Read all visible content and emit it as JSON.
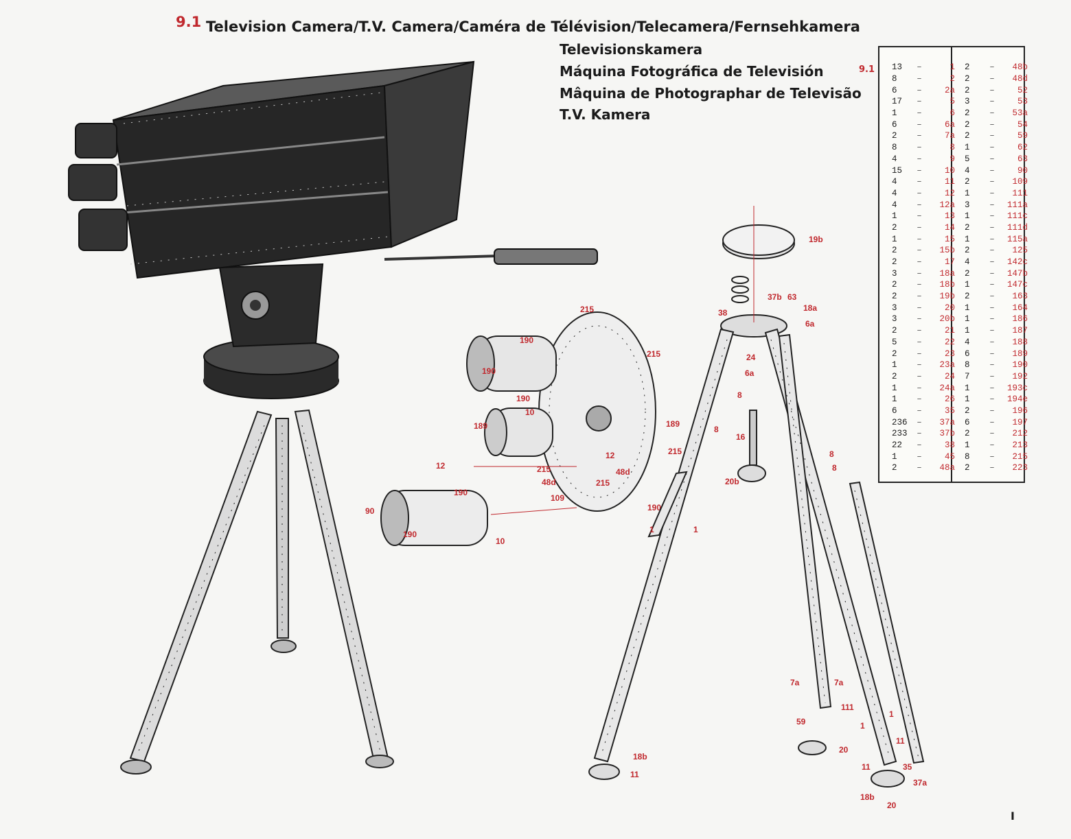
{
  "header": {
    "model_number": "9.1",
    "title_line": "Television Camera/T.V. Camera/Caméra de Télévision/Telecamera/Fernsehkamera",
    "alt_titles": [
      "Televisionskamera",
      "Máquina Fotográfica de Televisión",
      "Mâquina de Photographar de Televisão",
      "T.V. Kamera"
    ]
  },
  "parts_list": {
    "model_ref": "9.1",
    "left": [
      {
        "qty": "13",
        "part": "1"
      },
      {
        "qty": "8",
        "part": "2"
      },
      {
        "qty": "6",
        "part": "2a"
      },
      {
        "qty": "17",
        "part": "5"
      },
      {
        "qty": "1",
        "part": "6"
      },
      {
        "qty": "6",
        "part": "6a"
      },
      {
        "qty": "2",
        "part": "7a"
      },
      {
        "qty": "8",
        "part": "8"
      },
      {
        "qty": "4",
        "part": "9"
      },
      {
        "qty": "15",
        "part": "10"
      },
      {
        "qty": "4",
        "part": "11"
      },
      {
        "qty": "4",
        "part": "12"
      },
      {
        "qty": "4",
        "part": "12a"
      },
      {
        "qty": "1",
        "part": "13"
      },
      {
        "qty": "2",
        "part": "14"
      },
      {
        "qty": "1",
        "part": "15"
      },
      {
        "qty": "2",
        "part": "15b"
      },
      {
        "qty": "2",
        "part": "17"
      },
      {
        "qty": "3",
        "part": "18a"
      },
      {
        "qty": "2",
        "part": "18b"
      },
      {
        "qty": "2",
        "part": "19b"
      },
      {
        "qty": "3",
        "part": "20"
      },
      {
        "qty": "3",
        "part": "20b"
      },
      {
        "qty": "2",
        "part": "21"
      },
      {
        "qty": "5",
        "part": "22"
      },
      {
        "qty": "2",
        "part": "23"
      },
      {
        "qty": "1",
        "part": "23a"
      },
      {
        "qty": "2",
        "part": "24"
      },
      {
        "qty": "1",
        "part": "24a"
      },
      {
        "qty": "1",
        "part": "26"
      },
      {
        "qty": "6",
        "part": "35"
      },
      {
        "qty": "236",
        "part": "37a"
      },
      {
        "qty": "233",
        "part": "37b"
      },
      {
        "qty": "22",
        "part": "38"
      },
      {
        "qty": "1",
        "part": "45"
      },
      {
        "qty": "2",
        "part": "48a"
      }
    ],
    "right": [
      {
        "qty": "2",
        "part": "48b"
      },
      {
        "qty": "2",
        "part": "48d"
      },
      {
        "qty": "2",
        "part": "52"
      },
      {
        "qty": "3",
        "part": "53"
      },
      {
        "qty": "2",
        "part": "53a"
      },
      {
        "qty": "2",
        "part": "54"
      },
      {
        "qty": "2",
        "part": "59"
      },
      {
        "qty": "1",
        "part": "62"
      },
      {
        "qty": "5",
        "part": "63"
      },
      {
        "qty": "4",
        "part": "90"
      },
      {
        "qty": "2",
        "part": "109"
      },
      {
        "qty": "1",
        "part": "111"
      },
      {
        "qty": "3",
        "part": "111a"
      },
      {
        "qty": "1",
        "part": "111c"
      },
      {
        "qty": "2",
        "part": "111d"
      },
      {
        "qty": "1",
        "part": "115a"
      },
      {
        "qty": "2",
        "part": "125"
      },
      {
        "qty": "4",
        "part": "142c"
      },
      {
        "qty": "2",
        "part": "147b"
      },
      {
        "qty": "1",
        "part": "147c"
      },
      {
        "qty": "2",
        "part": "163"
      },
      {
        "qty": "1",
        "part": "164"
      },
      {
        "qty": "1",
        "part": "186"
      },
      {
        "qty": "1",
        "part": "187"
      },
      {
        "qty": "4",
        "part": "188"
      },
      {
        "qty": "6",
        "part": "189"
      },
      {
        "qty": "8",
        "part": "190"
      },
      {
        "qty": "7",
        "part": "192"
      },
      {
        "qty": "1",
        "part": "193c"
      },
      {
        "qty": "1",
        "part": "194e"
      },
      {
        "qty": "2",
        "part": "196"
      },
      {
        "qty": "6",
        "part": "197"
      },
      {
        "qty": "2",
        "part": "212"
      },
      {
        "qty": "1",
        "part": "213"
      },
      {
        "qty": "8",
        "part": "215"
      },
      {
        "qty": "2",
        "part": "223"
      }
    ]
  },
  "callouts": {
    "reel": [
      "215",
      "215",
      "190",
      "190",
      "190",
      "189",
      "10",
      "189",
      "12",
      "48d",
      "215",
      "215",
      "12",
      "190",
      "90",
      "48d",
      "109",
      "215",
      "190",
      "190",
      "10"
    ],
    "tripod_head": [
      "19b",
      "37b",
      "63",
      "18a",
      "38",
      "6a",
      "24",
      "6a",
      "8",
      "8",
      "16",
      "20b",
      "8",
      "8"
    ],
    "tripod_legs": [
      "1",
      "1",
      "7a",
      "7a",
      "59",
      "111",
      "18b",
      "11",
      "20",
      "11",
      "1",
      "1",
      "35",
      "11",
      "37a",
      "18b",
      "20"
    ]
  },
  "page_number": "I"
}
